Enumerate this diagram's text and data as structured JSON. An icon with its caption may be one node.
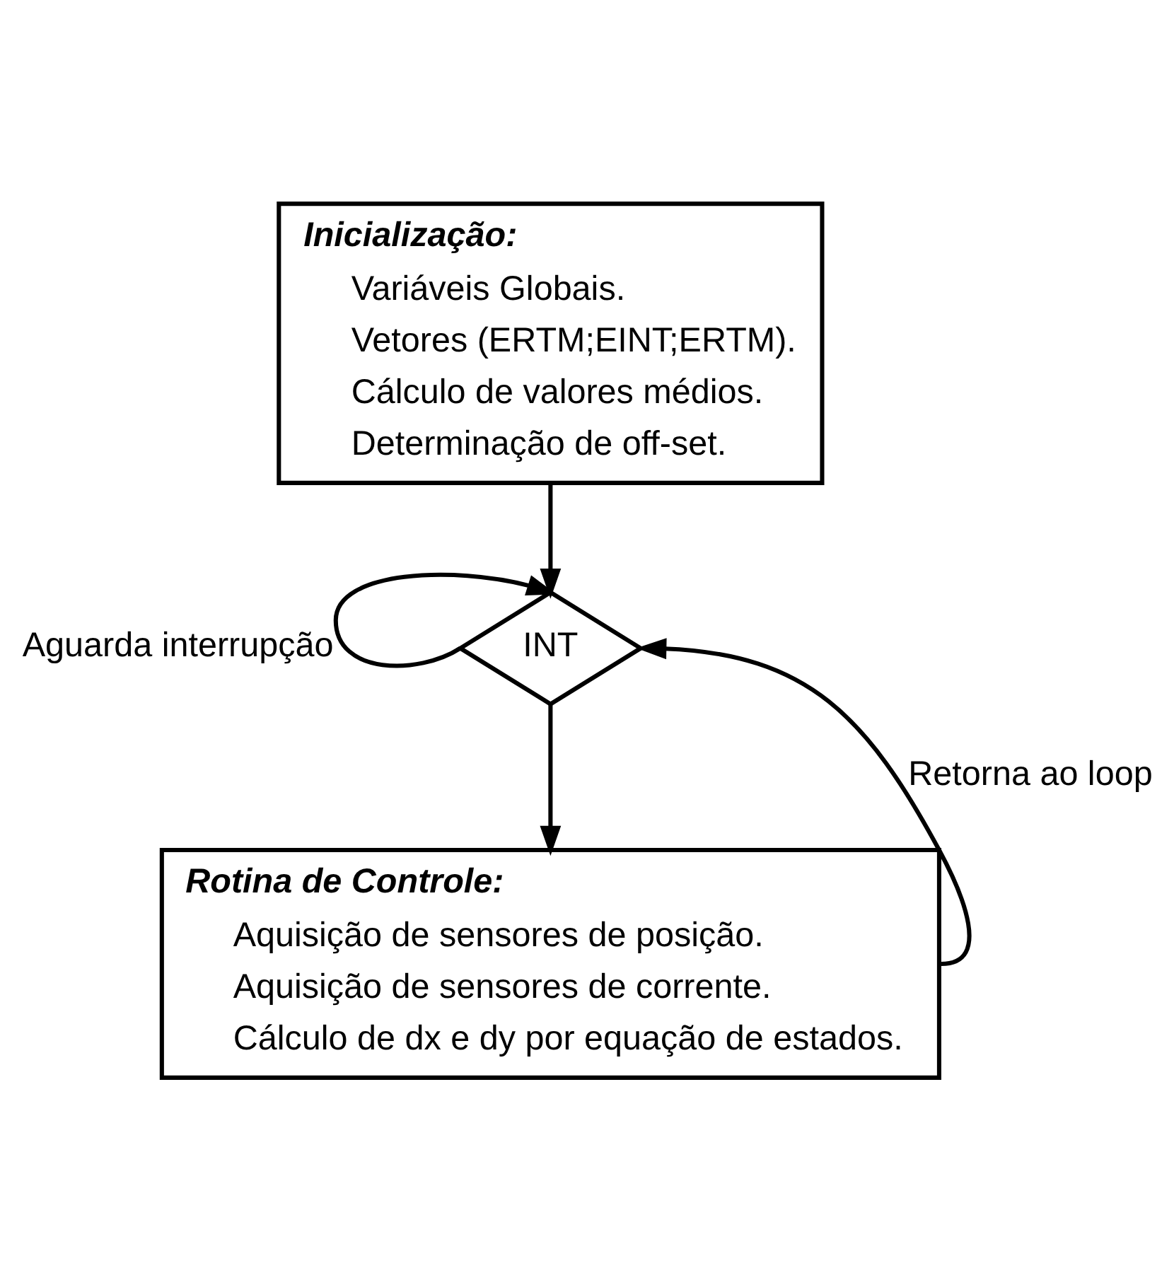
{
  "diagram": {
    "nodes": [
      {
        "text": [
          "Inicialização:",
          "Variáveis Globais.",
          "Vetores (ERTM;EINT;ERTM).",
          "Cálculo de valores médios.",
          "Determinação de off-set."
        ]
      },
      {
        "text": [
          "INT"
        ]
      },
      {
        "text": [
          "Rotina de Controle:",
          "Aquisição de sensores de posição.",
          "Aquisição de sensores de corrente.",
          "Cálculo de dx e dy por equação de estados."
        ]
      }
    ],
    "edges": [
      {
        "from": 0,
        "to": 1,
        "arrow": "to"
      },
      {
        "from": 1,
        "to": 1,
        "arrow": "to",
        "label": "Aguarda interrupção"
      },
      {
        "from": 1,
        "to": 2,
        "arrow": "to"
      },
      {
        "from": 2,
        "to": 1,
        "arrow": "to",
        "label": "Retorna ao loop"
      }
    ]
  }
}
